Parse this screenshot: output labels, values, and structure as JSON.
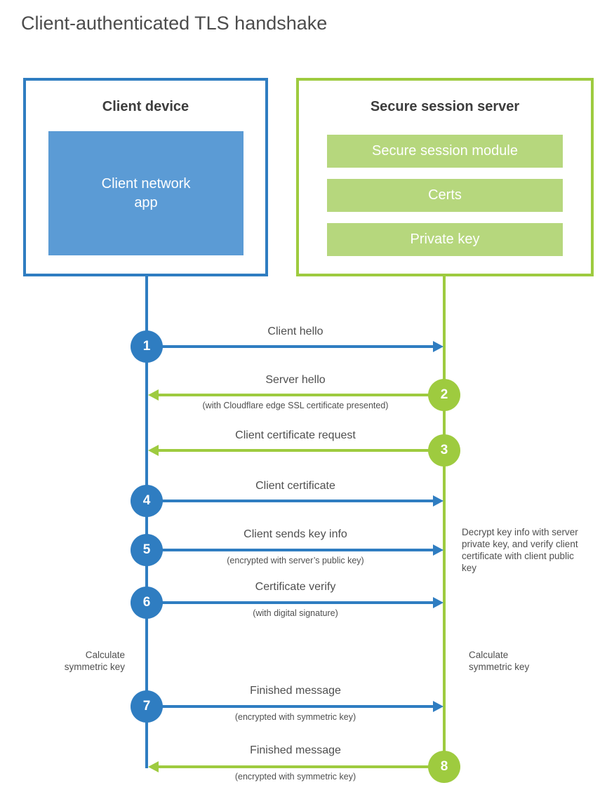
{
  "title": "Client-authenticated TLS handshake",
  "colors": {
    "blue": "#2f7dc1",
    "blue_light": "#5b9bd5",
    "green": "#9ecb3f",
    "green_light": "#b6d77d",
    "heading_text": "#3d3d3d",
    "label_text": "#4f4f4f"
  },
  "client_box": {
    "title": "Client device",
    "app_lines": [
      "Client network",
      "app"
    ]
  },
  "server_box": {
    "title": "Secure session server",
    "modules": [
      "Secure session module",
      "Certs",
      "Private key"
    ]
  },
  "messages": [
    {
      "num": "1",
      "label": "Client hello",
      "direction": "right",
      "color": "blue"
    },
    {
      "num": "2",
      "label": "Server hello",
      "sublabel": "(with Cloudflare edge SSL certificate presented)",
      "direction": "left",
      "color": "green"
    },
    {
      "num": "3",
      "label": "Client certificate request",
      "direction": "left",
      "color": "green"
    },
    {
      "num": "4",
      "label": "Client certificate",
      "direction": "right",
      "color": "blue"
    },
    {
      "num": "5",
      "label": "Client sends key info",
      "sublabel": "(encrypted with server’s public key)",
      "direction": "right",
      "color": "blue"
    },
    {
      "num": "6",
      "label": "Certificate verify",
      "sublabel": "(with digital signature)",
      "direction": "right",
      "color": "blue"
    },
    {
      "num": "7",
      "label": "Finished message",
      "sublabel": "(encrypted with symmetric key)",
      "direction": "right",
      "color": "blue"
    },
    {
      "num": "8",
      "label": "Finished message",
      "sublabel": "(encrypted with symmetric key)",
      "direction": "left",
      "color": "green"
    }
  ],
  "annotations": {
    "decrypt_note": "Decrypt key info with server private key, and verify client certificate with client public key",
    "calc_left": "Calculate symmetric key",
    "calc_right": "Calculate symmetric key"
  }
}
